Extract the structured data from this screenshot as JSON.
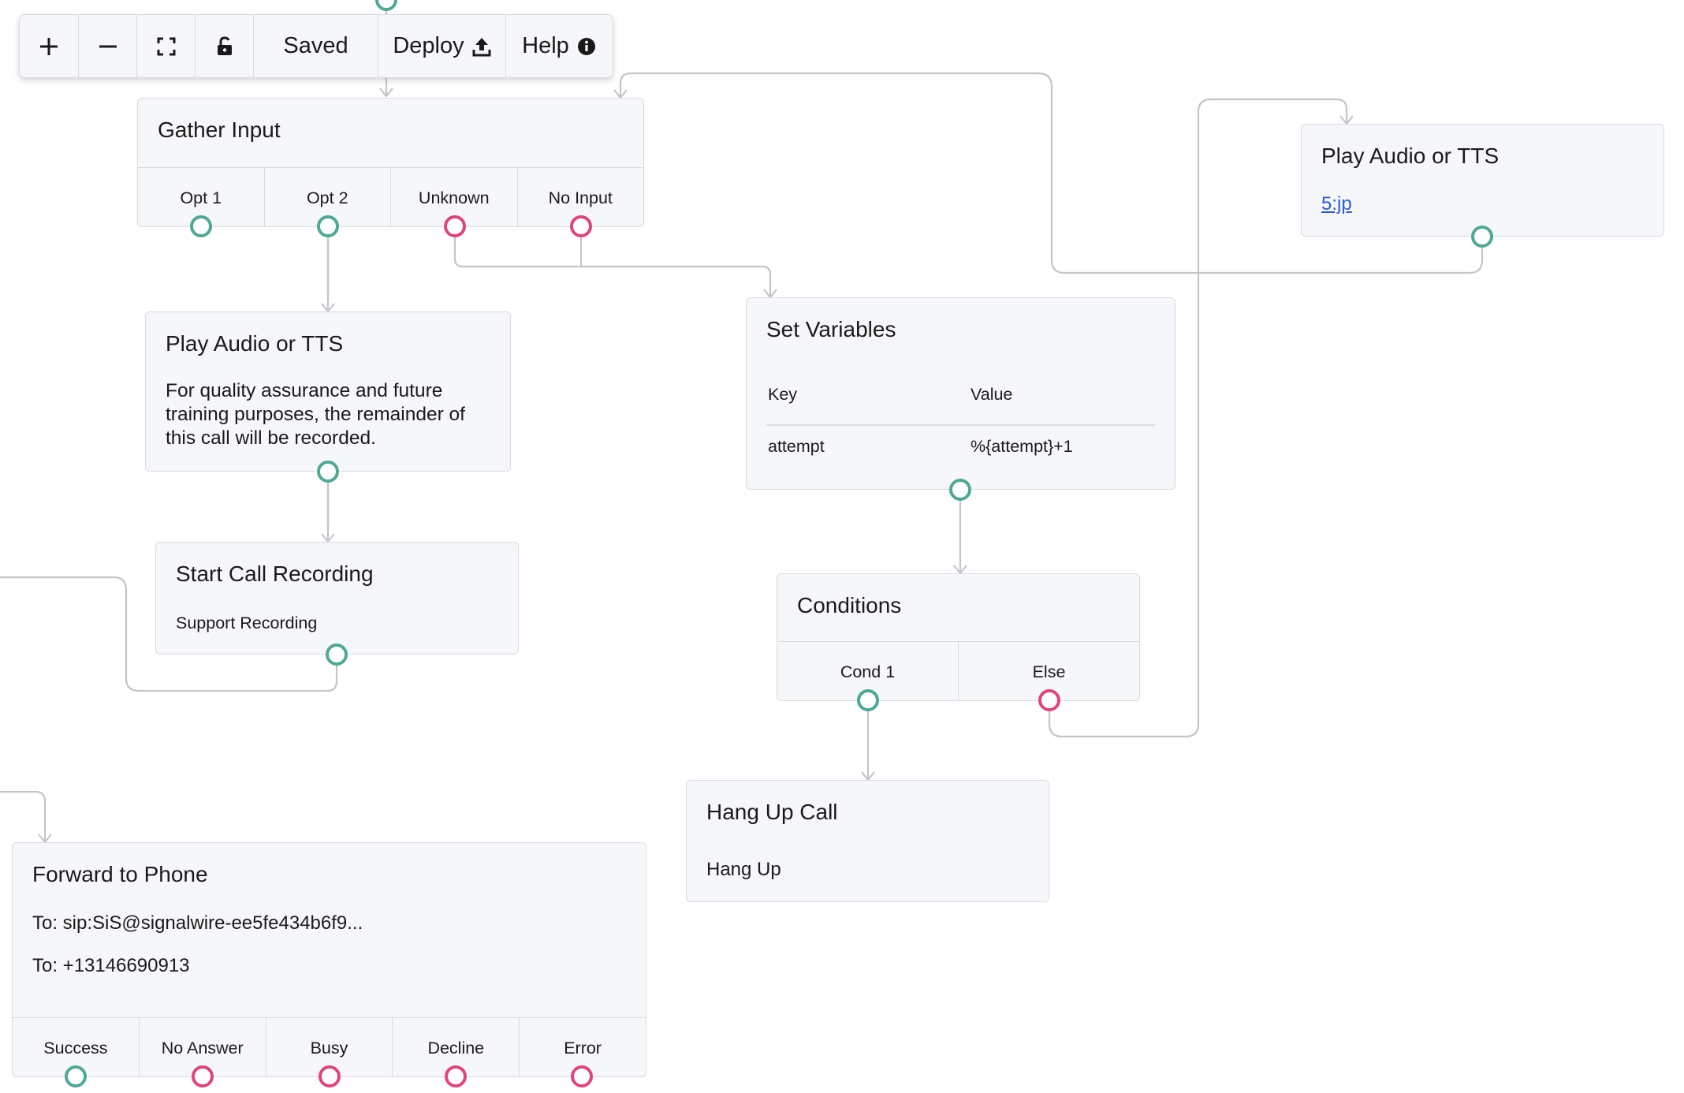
{
  "toolbar": {
    "saved_label": "Saved",
    "deploy_label": "Deploy",
    "help_label": "Help"
  },
  "nodes": {
    "gather_input": {
      "title": "Gather Input",
      "ports": [
        "Opt 1",
        "Opt 2",
        "Unknown",
        "No Input"
      ]
    },
    "play_audio_main": {
      "title": "Play Audio or TTS",
      "text_lines": [
        "For quality assurance and future",
        "training purposes, the remainder of",
        "this call will be recorded."
      ]
    },
    "start_recording": {
      "title": "Start Call Recording",
      "subtitle": "Support Recording"
    },
    "set_variables": {
      "title": "Set Variables",
      "key_header": "Key",
      "value_header": "Value",
      "rows": [
        {
          "key": "attempt",
          "value": "%{attempt}+1"
        }
      ]
    },
    "conditions": {
      "title": "Conditions",
      "ports": [
        "Cond 1",
        "Else"
      ]
    },
    "hang_up": {
      "title": "Hang Up Call",
      "subtitle": "Hang Up"
    },
    "play_audio_right": {
      "title": "Play Audio or TTS",
      "link": "5:jp"
    },
    "forward_phone": {
      "title": "Forward to Phone",
      "to_sip": "To: sip:SiS@signalwire-ee5fe434b6f9...",
      "to_number": "To: +13146690913",
      "ports": [
        "Success",
        "No Answer",
        "Busy",
        "Decline",
        "Error"
      ]
    }
  },
  "colors": {
    "port_success": "#4fa896",
    "port_failure": "#e0457a",
    "node_bg": "#f6f7fa",
    "wire": "#c3c5ca",
    "link": "#2a5bd7"
  },
  "icons": {
    "zoom_in": "plus-icon",
    "zoom_out": "minus-icon",
    "fit": "fullscreen-icon",
    "lock": "lock-open-icon",
    "deploy": "upload-icon",
    "help": "info-circle-icon"
  }
}
